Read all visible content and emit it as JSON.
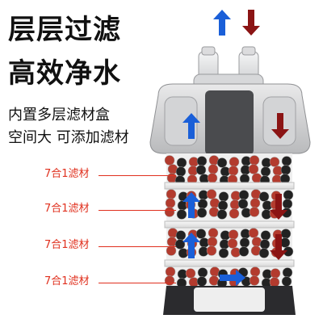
{
  "headline": {
    "line1": "层层过滤",
    "line2": "高效净水"
  },
  "subtitle": {
    "line1": "内置多层滤材盒",
    "line2": "空间大 可添加滤材"
  },
  "layer_labels": [
    "7合1滤材",
    "7合1滤材",
    "7合1滤材",
    "7合1滤材"
  ],
  "colors": {
    "inflow_arrow": "#1a5fd8",
    "outflow_arrow": "#8b1414",
    "label_red": "#e0301e",
    "media_red": "#b33b2e",
    "media_black": "#222222",
    "media_white": "#f2f2f2"
  },
  "icons": [
    "arrow-up-icon",
    "arrow-down-icon"
  ]
}
